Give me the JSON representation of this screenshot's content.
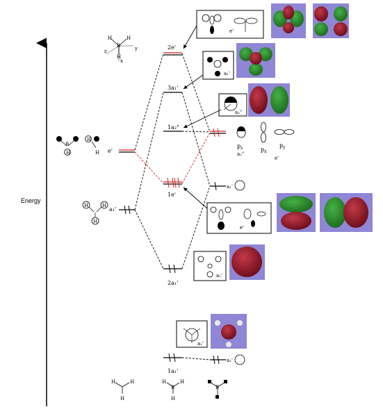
{
  "energy_axis": {
    "label": "Energy"
  },
  "levels": {
    "e_prime_star": "2e'",
    "a1_prime_3": "3a₁'",
    "a2_doubleprime": "1a₂\"",
    "e_prime_1": "1e'",
    "a1_prime_2": "2a₁'",
    "a1_prime_1": "1a₁'"
  },
  "left": {
    "e_label": "e'",
    "a1_label": "a₁'",
    "h_atom": "H",
    "b_atom": "B"
  },
  "right": {
    "pz": "p",
    "pz_sub": "z",
    "px": "p",
    "px_sub": "x",
    "py": "p",
    "py_sub": "y",
    "a2_label": "a₂\"",
    "e_label": "e'",
    "a1_label": "a₁'"
  },
  "boxes": {
    "b1_label": "e'",
    "b2_label": "a₁'",
    "b3_label": "a₂\"",
    "b4_label": "e'",
    "b5_label": "a₁'",
    "b6_label": "a₁'"
  },
  "axes_inset": {
    "y": "y",
    "z": "z",
    "x": "x",
    "b": "B",
    "h": "H"
  },
  "colors": {
    "orbital_bg": "#8f86d6",
    "lobe_red": "#8b1020",
    "lobe_green": "#2a8a2a",
    "highlight": "#d42020"
  }
}
